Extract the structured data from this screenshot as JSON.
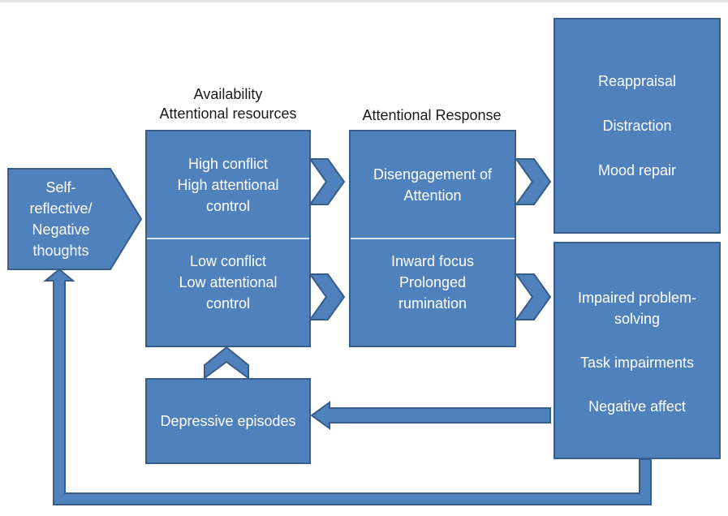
{
  "headers": {
    "availability": [
      "Availability",
      "Attentional resources"
    ],
    "response": "Attentional Response"
  },
  "thoughts": [
    "Self-",
    "reflective/",
    "Negative",
    "thoughts"
  ],
  "resources": {
    "high": [
      "High conflict",
      "High attentional",
      "control"
    ],
    "low": [
      "Low conflict",
      "Low attentional",
      "control"
    ]
  },
  "response": {
    "top": [
      "Disengagement of",
      "Attention"
    ],
    "bottom": [
      "Inward focus",
      "Prolonged",
      "rumination"
    ]
  },
  "outcomes_adaptive": [
    "Reappraisal",
    "Distraction",
    "Mood repair"
  ],
  "outcomes_maladaptive": [
    "Impaired problem-",
    "solving",
    "Task impairments",
    "Negative affect"
  ],
  "depressive": "Depressive episodes",
  "colors": {
    "fill": "#4f81bd",
    "border": "#385d8a",
    "divider": "#d9e4f1",
    "text": "#ffffff"
  }
}
